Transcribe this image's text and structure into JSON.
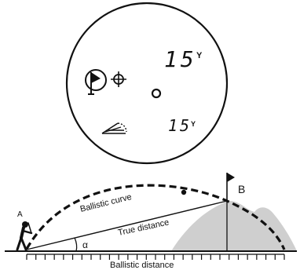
{
  "display": {
    "distance_top": "15",
    "distance_top_unit": "Y",
    "distance_bottom": "15",
    "distance_bottom_unit": "Y",
    "icons": [
      "flag-mode-icon",
      "crosshair-icon",
      "aim-circle-icon",
      "slope-mode-icon"
    ]
  },
  "diagram": {
    "point_a": "A",
    "point_b": "B",
    "angle": "α",
    "ballistic_curve": "Ballistic curve",
    "true_distance": "True distance",
    "ballistic_distance": "Ballistic distance"
  },
  "colors": {
    "hill": "#cfcfcf",
    "ink": "#111111"
  }
}
